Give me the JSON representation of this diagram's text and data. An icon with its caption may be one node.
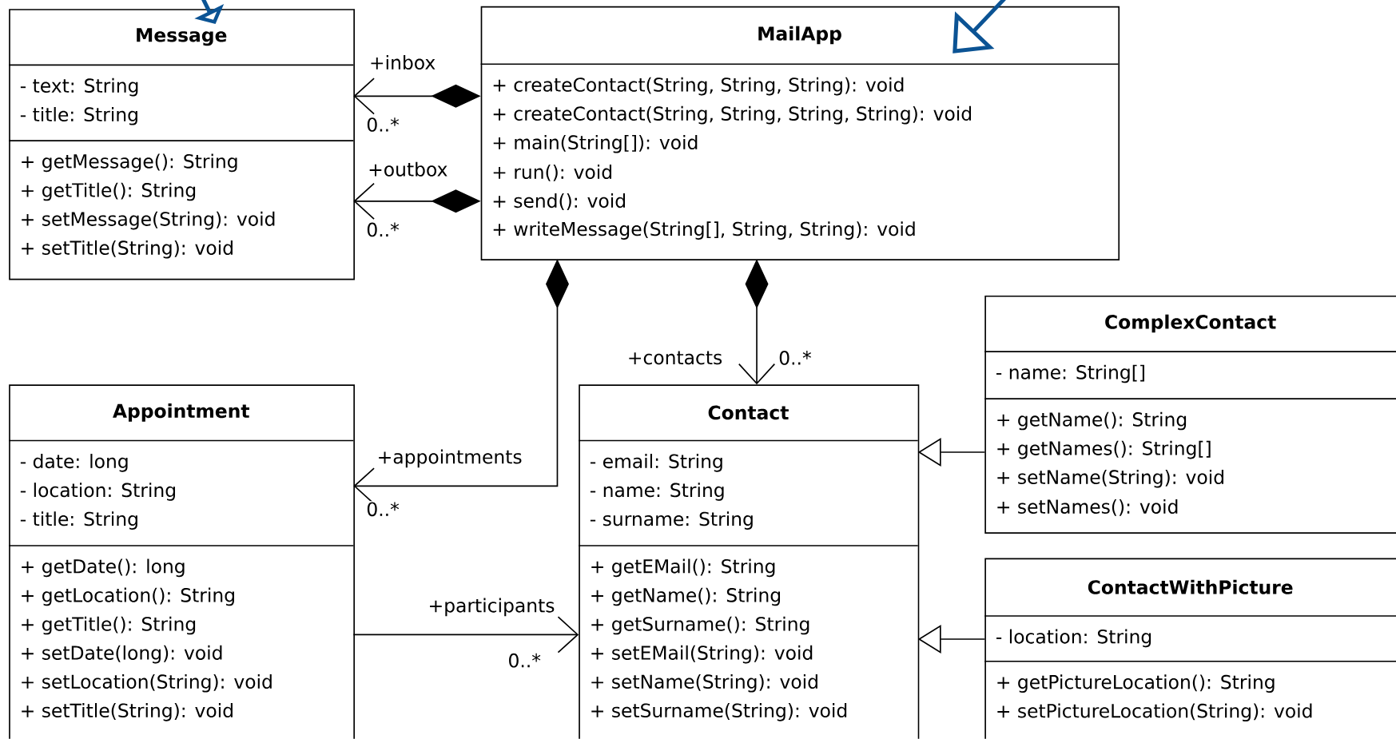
{
  "diagram": {
    "nodes": [
      {
        "text": [
          "Message",
          "- text: String",
          "- title: String",
          "+ getMessage(): String",
          "+ getTitle(): String",
          "+ setMessage(String): void",
          "+ setTitle(String): void"
        ]
      },
      {
        "text": [
          "MailApp",
          "+ createContact(String, String, String): void",
          "+ createContact(String, String, String, String): void",
          "+ main(String[]): void",
          "+ run(): void",
          "+ send(): void",
          "+ writeMessage(String[], String, String): void"
        ]
      },
      {
        "text": [
          "ComplexContact",
          "- name: String[]",
          "+ getName(): String",
          "+ getNames(): String[]",
          "+ setName(String): void",
          "+ setNames(): void"
        ]
      },
      {
        "text": [
          "Appointment",
          "- date: long",
          "- location: String",
          "- title: String",
          "+ getDate(): long",
          "+ getLocation(): String",
          "+ getTitle(): String",
          "+ setDate(long): void",
          "+ setLocation(String): void",
          "+ setTitle(String): void"
        ]
      },
      {
        "text": [
          "Contact",
          "- email: String",
          "- name: String",
          "- surname: String",
          "+ getEMail(): String",
          "+ getName(): String",
          "+ getSurname(): String",
          "+ setEMail(String): void",
          "+ setName(String): void",
          "+ setSurname(String): void"
        ]
      },
      {
        "text": [
          "ContactWithPicture",
          "- location: String",
          "+ getPictureLocation(): String",
          "+ setPictureLocation(String): void"
        ]
      }
    ],
    "edges": [
      {
        "from": 1,
        "to": 0,
        "arrow": "to",
        "label": "+inbox"
      },
      {
        "from": 1,
        "to": 0,
        "arrow": "to",
        "label": "+outbox"
      },
      {
        "from": 1,
        "to": 3,
        "arrow": "to",
        "label": "+appointments"
      },
      {
        "from": 1,
        "to": 4,
        "arrow": "to",
        "label": "+contacts"
      },
      {
        "from": 3,
        "to": 4,
        "arrow": "to",
        "label": "+participants"
      },
      {
        "from": 2,
        "to": 4,
        "arrow": "to"
      },
      {
        "from": 5,
        "to": 4,
        "arrow": "to"
      },
      {
        "from": null,
        "to": 0,
        "arrow": "to",
        "style": "thick",
        "color": "#0b5394"
      },
      {
        "from": null,
        "to": 1,
        "arrow": "to",
        "style": "thick",
        "color": "#0b5394"
      }
    ],
    "labels": [
      "0..*",
      "0..*",
      "0..*",
      "0..*",
      "0..*"
    ]
  }
}
